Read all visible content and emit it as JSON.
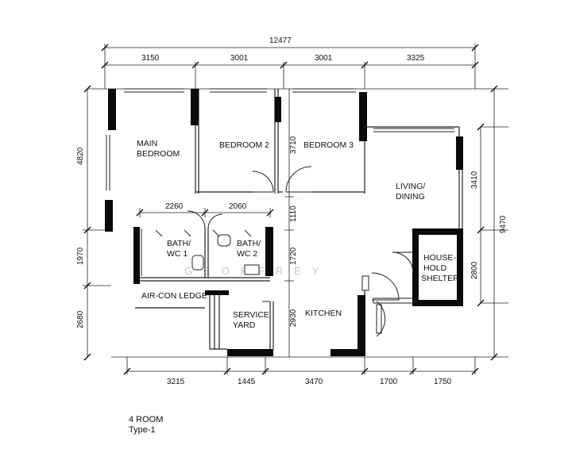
{
  "dimensions": {
    "overall": "12477",
    "top": [
      "3150",
      "3001",
      "3001",
      "3325"
    ],
    "bottom": [
      "3215",
      "1445",
      "3470",
      "1700",
      "1750"
    ],
    "left": [
      "4820",
      "1970",
      "2680"
    ],
    "right_outer": "9470",
    "right_inner": [
      "3410",
      "2800"
    ],
    "interior": {
      "d2260": "2260",
      "d2060": "2060",
      "d3710": "3710",
      "d1110": "1110",
      "d1720": "1720",
      "d2930": "2930"
    }
  },
  "rooms": {
    "main_bedroom": [
      "MAIN",
      "BEDROOM"
    ],
    "bedroom2": "BEDROOM 2",
    "bedroom3": "BEDROOM 3",
    "living": [
      "LIVING/",
      "DINING"
    ],
    "bath1": [
      "BATH/",
      "WC 1"
    ],
    "bath2": [
      "BATH/",
      "WC 2"
    ],
    "aircon": "AIR-CON LEDGE",
    "service": [
      "SERVICE",
      "YARD"
    ],
    "kitchen": "KITCHEN",
    "shelter": [
      "HOUSE-",
      "HOLD",
      "SHELTER"
    ]
  },
  "watermark": "GEOFFREY",
  "caption": {
    "line1": "4 ROOM",
    "line2": "Type-1"
  }
}
